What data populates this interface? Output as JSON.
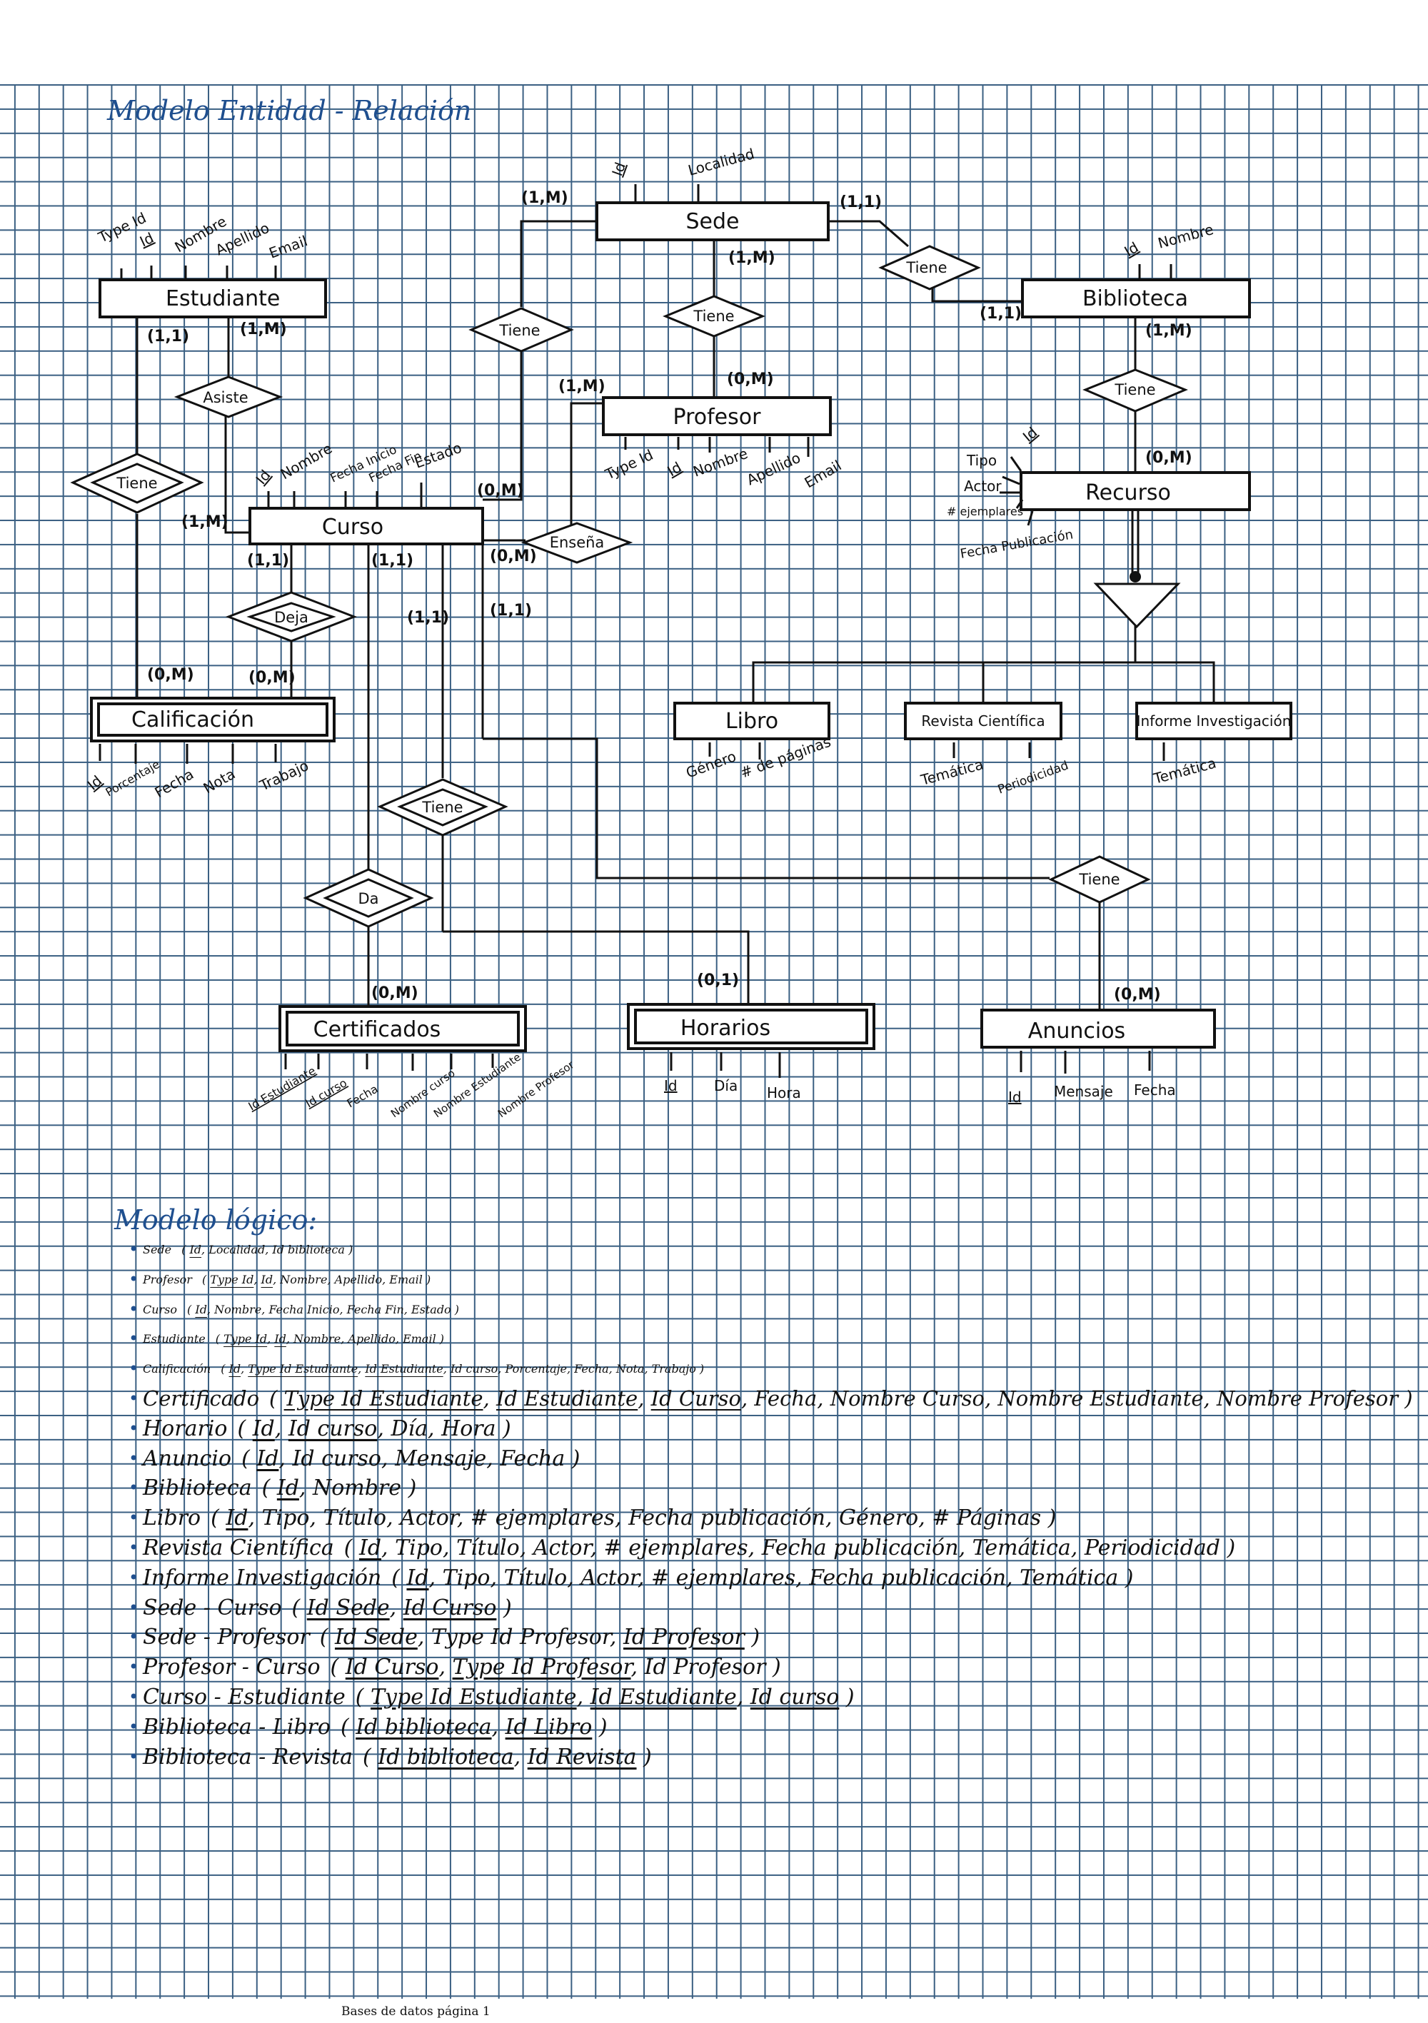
{
  "headings": {
    "er_model": "Modelo Entidad - Relación",
    "logical_model": "Modelo lógico:"
  },
  "entities": {
    "estudiante": "Estudiante",
    "sede": "Sede",
    "biblioteca": "Biblioteca",
    "profesor": "Profesor",
    "recurso": "Recurso",
    "curso": "Curso",
    "calificacion": "Calificación",
    "libro": "Libro",
    "revista": "Revista Científica",
    "informe": "Informe Investigación",
    "certificados": "Certificados",
    "horarios": "Horarios",
    "anuncios": "Anuncios"
  },
  "relations": {
    "sede_biblioteca": "Tiene",
    "sede_profesor": "Tiene",
    "sede_curso": "Tiene",
    "biblioteca_recurso": "Tiene",
    "estudiante_curso": "Asiste",
    "estudiante_calificacion": "Tiene",
    "profesor_curso": "Enseña",
    "curso_calificacion": "Deja",
    "curso_horarios": "Tiene",
    "curso_certificados": "Da",
    "anuncios": "Tiene"
  },
  "cardinalities": {
    "sede_left": "(1,M)",
    "sede_right": "(1,1)",
    "sede_bottom": "(1,M)",
    "biblioteca_left": "(1,1)",
    "biblioteca_bottom": "(1,M)",
    "estudiante_left": "(1,1)",
    "estudiante_right": "(1,M)",
    "profesor_left": "(1,M)",
    "profesor_right": "(0,M)",
    "recurso": "(0,M)",
    "curso_left": "(1,M)",
    "curso_right": "(0,M)",
    "curso_right2": "(0,M)",
    "curso_b1": "(1,1)",
    "curso_b2": "(1,1)",
    "curso_b3": "(1,1)",
    "curso_b4": "(1,1)",
    "calif_left": "(0,M)",
    "calif_right": "(0,M)",
    "certificados": "(0,M)",
    "horarios": "(0,1)",
    "anuncios": "(0,M)"
  },
  "attributes": {
    "estudiante": [
      "Type Id",
      "Id",
      "Nombre",
      "Apellido",
      "Email"
    ],
    "sede": [
      "Id",
      "Localidad"
    ],
    "biblioteca": [
      "Id",
      "Nombre"
    ],
    "profesor": [
      "Type Id",
      "Id",
      "Nombre",
      "Apellido",
      "Email"
    ],
    "recurso": [
      "Id",
      "Tipo",
      "Actor",
      "# ejemplares",
      "Fecha Publicación"
    ],
    "curso": [
      "Id",
      "Nombre",
      "Fecha Inicio",
      "Fecha Fin",
      "Estado"
    ],
    "calificacion": [
      "Id",
      "Porcentaje",
      "Fecha",
      "Nota",
      "Trabajo"
    ],
    "libro": [
      "Género",
      "# de páginas"
    ],
    "revista": [
      "Temática",
      "Periodicidad"
    ],
    "informe": [
      "Temática"
    ],
    "certificados": [
      "Id Estudiante",
      "Id curso",
      "Fecha",
      "Nombre curso",
      "Nombre Estudiante",
      "Nombre Profesor"
    ],
    "horarios": [
      "Id",
      "Día",
      "Hora"
    ],
    "anuncios": [
      "Id",
      "Mensaje",
      "Fecha"
    ]
  },
  "logical_model": [
    {
      "name": "Sede",
      "fields": [
        {
          "t": "Id",
          "k": true
        },
        {
          "t": "Localidad",
          "k": false
        },
        {
          "t": "Id biblioteca",
          "k": false
        }
      ]
    },
    {
      "name": "Profesor",
      "fields": [
        {
          "t": "Type Id",
          "k": true
        },
        {
          "t": "Id",
          "k": true
        },
        {
          "t": "Nombre",
          "k": false
        },
        {
          "t": "Apellido",
          "k": false
        },
        {
          "t": "Email",
          "k": false
        }
      ]
    },
    {
      "name": "Curso",
      "fields": [
        {
          "t": "Id",
          "k": true
        },
        {
          "t": "Nombre",
          "k": false
        },
        {
          "t": "Fecha Inicio",
          "k": false
        },
        {
          "t": "Fecha Fin",
          "k": false
        },
        {
          "t": "Estado",
          "k": false
        }
      ]
    },
    {
      "name": "Estudiante",
      "fields": [
        {
          "t": "Type Id",
          "k": true
        },
        {
          "t": "Id",
          "k": true
        },
        {
          "t": "Nombre",
          "k": false
        },
        {
          "t": "Apellido",
          "k": false
        },
        {
          "t": "Email",
          "k": false
        }
      ]
    },
    {
      "name": "Calificación",
      "fields": [
        {
          "t": "Id",
          "k": true
        },
        {
          "t": "Type Id Estudiante",
          "k": true
        },
        {
          "t": "Id Estudiante",
          "k": true
        },
        {
          "t": "Id curso",
          "k": true
        },
        {
          "t": "Porcentaje",
          "k": false
        },
        {
          "t": "Fecha",
          "k": false
        },
        {
          "t": "Nota",
          "k": false
        },
        {
          "t": "Trabajo",
          "k": false
        }
      ]
    },
    {
      "name": "Certificado",
      "fields": [
        {
          "t": "Type Id Estudiante",
          "k": true
        },
        {
          "t": "Id Estudiante",
          "k": true
        },
        {
          "t": "Id Curso",
          "k": true
        },
        {
          "t": "Fecha",
          "k": false
        },
        {
          "t": "Nombre Curso",
          "k": false
        },
        {
          "t": "Nombre Estudiante",
          "k": false
        },
        {
          "t": "Nombre Profesor",
          "k": false
        }
      ]
    },
    {
      "name": "Horario",
      "fields": [
        {
          "t": "Id",
          "k": true
        },
        {
          "t": "Id curso",
          "k": true
        },
        {
          "t": "Día",
          "k": false
        },
        {
          "t": "Hora",
          "k": false
        }
      ]
    },
    {
      "name": "Anuncio",
      "fields": [
        {
          "t": "Id",
          "k": true
        },
        {
          "t": "Id curso",
          "k": false
        },
        {
          "t": "Mensaje",
          "k": false
        },
        {
          "t": "Fecha",
          "k": false
        }
      ]
    },
    {
      "name": "Biblioteca",
      "fields": [
        {
          "t": "Id",
          "k": true
        },
        {
          "t": "Nombre",
          "k": false
        }
      ]
    },
    {
      "name": "Libro",
      "fields": [
        {
          "t": "Id",
          "k": true
        },
        {
          "t": "Tipo",
          "k": false
        },
        {
          "t": "Título",
          "k": false
        },
        {
          "t": "Actor",
          "k": false
        },
        {
          "t": "# ejemplares",
          "k": false
        },
        {
          "t": "Fecha publicación",
          "k": false
        },
        {
          "t": "Género",
          "k": false
        },
        {
          "t": "# Páginas",
          "k": false
        }
      ]
    },
    {
      "name": "Revista Científica",
      "fields": [
        {
          "t": "Id",
          "k": true
        },
        {
          "t": "Tipo",
          "k": false
        },
        {
          "t": "Título",
          "k": false
        },
        {
          "t": "Actor",
          "k": false
        },
        {
          "t": "# ejemplares",
          "k": false
        },
        {
          "t": "Fecha publicación",
          "k": false
        },
        {
          "t": "Temática",
          "k": false
        },
        {
          "t": "Periodicidad",
          "k": false
        }
      ]
    },
    {
      "name": "Informe Investigación",
      "fields": [
        {
          "t": "Id",
          "k": true
        },
        {
          "t": "Tipo",
          "k": false
        },
        {
          "t": "Título",
          "k": false
        },
        {
          "t": "Actor",
          "k": false
        },
        {
          "t": "# ejemplares",
          "k": false
        },
        {
          "t": "Fecha publicación",
          "k": false
        },
        {
          "t": "Temática",
          "k": false
        }
      ]
    },
    {
      "name": "Sede - Curso",
      "fields": [
        {
          "t": "Id Sede",
          "k": true
        },
        {
          "t": "Id Curso",
          "k": true
        }
      ]
    },
    {
      "name": "Sede - Profesor",
      "fields": [
        {
          "t": "Id Sede",
          "k": true
        },
        {
          "t": "Type Id Profesor",
          "k": false
        },
        {
          "t": "Id Profesor",
          "k": true
        }
      ]
    },
    {
      "name": "Profesor - Curso",
      "fields": [
        {
          "t": "Id Curso",
          "k": true
        },
        {
          "t": "Type Id Profesor",
          "k": true
        },
        {
          "t": "Id Profesor",
          "k": false
        }
      ]
    },
    {
      "name": "Curso - Estudiante",
      "fields": [
        {
          "t": "Type Id Estudiante",
          "k": true
        },
        {
          "t": "Id Estudiante",
          "k": true
        },
        {
          "t": "Id curso",
          "k": true
        }
      ]
    },
    {
      "name": "Biblioteca - Libro",
      "fields": [
        {
          "t": "Id biblioteca",
          "k": true
        },
        {
          "t": "Id Libro",
          "k": true
        }
      ]
    },
    {
      "name": "Biblioteca - Revista",
      "fields": [
        {
          "t": "Id biblioteca",
          "k": true
        },
        {
          "t": "Id Revista",
          "k": true
        }
      ]
    }
  ],
  "footer": "Bases de datos página 1"
}
